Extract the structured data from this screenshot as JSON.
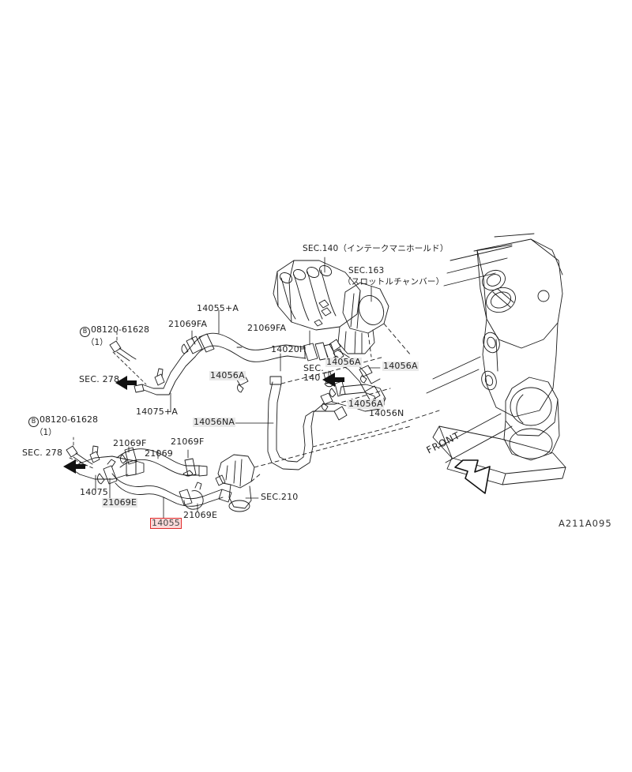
{
  "diagram": {
    "reference_number": "A211A095",
    "orientation_marker": "FRONT",
    "highlighted_part": "14055"
  },
  "section_callouts": [
    {
      "id": "sec140-intake",
      "code": "SEC.140",
      "japanese": "（インテークマニホールド）"
    },
    {
      "id": "sec163-throttle",
      "code": "SEC.163",
      "japanese": "（スロットルチャンバー）"
    },
    {
      "id": "sec210",
      "code": "SEC.210"
    },
    {
      "id": "sec140-arrow",
      "line1": "SEC.",
      "line2": "140"
    },
    {
      "id": "sec278-upper",
      "code": "SEC. 278"
    },
    {
      "id": "sec278-lower",
      "code": "SEC. 278"
    }
  ],
  "fasteners": [
    {
      "id": "bolt-upper",
      "symbol": "B",
      "code": "08120-61628",
      "qty": "（1）"
    },
    {
      "id": "bolt-lower",
      "symbol": "B",
      "code": "08120-61628",
      "qty": "（1）"
    }
  ],
  "parts": [
    {
      "id": "p-14055a",
      "number": "14055+A"
    },
    {
      "id": "p-21069fa1",
      "number": "21069FA"
    },
    {
      "id": "p-21069fa2",
      "number": "21069FA"
    },
    {
      "id": "p-14020h",
      "number": "14020H"
    },
    {
      "id": "p-14056a-1",
      "number": "14056A"
    },
    {
      "id": "p-14056a-2",
      "number": "14056A"
    },
    {
      "id": "p-14056a-3",
      "number": "14056A"
    },
    {
      "id": "p-14056a-4",
      "number": "14056A"
    },
    {
      "id": "p-14056n",
      "number": "14056N"
    },
    {
      "id": "p-14056na",
      "number": "14056NA"
    },
    {
      "id": "p-14075a",
      "number": "14075+A"
    },
    {
      "id": "p-14075",
      "number": "14075"
    },
    {
      "id": "p-21069f-1",
      "number": "21069F"
    },
    {
      "id": "p-21069f-2",
      "number": "21069F"
    },
    {
      "id": "p-21069",
      "number": "21069"
    },
    {
      "id": "p-21069e-1",
      "number": "21069E"
    },
    {
      "id": "p-21069e-2",
      "number": "21069E"
    },
    {
      "id": "p-14055",
      "number": "14055"
    }
  ]
}
